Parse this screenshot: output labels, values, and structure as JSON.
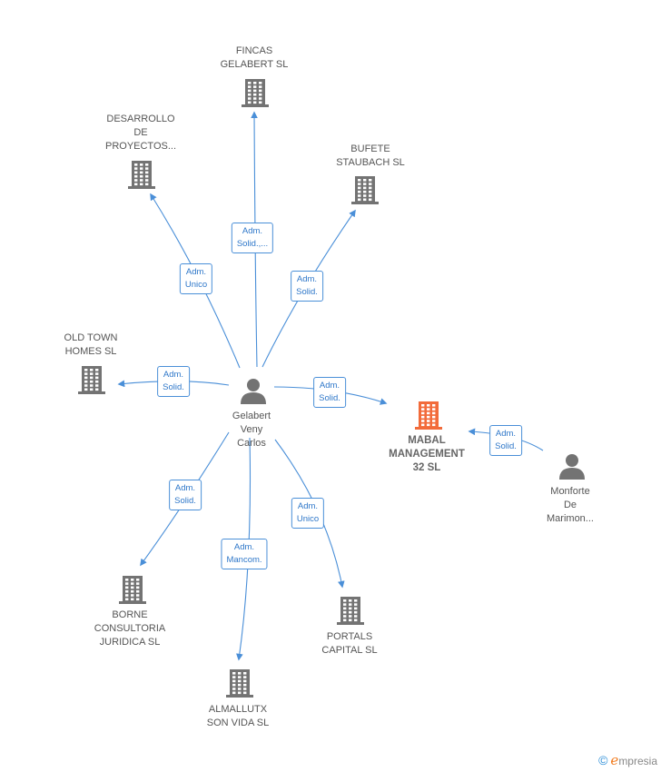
{
  "colors": {
    "edge": "#4a8fd8",
    "building": "#737373",
    "building_focus": "#f26b3a",
    "person": "#737373"
  },
  "nodes": [
    {
      "id": "center",
      "type": "person",
      "label": "Gelabert\nVeny\nCarlos"
    },
    {
      "id": "fincas",
      "type": "company",
      "label": "FINCAS\nGELABERT SL"
    },
    {
      "id": "desarrollo",
      "type": "company",
      "label": "DESARROLLO\nDE\nPROYECTOS..."
    },
    {
      "id": "bufete",
      "type": "company",
      "label": "BUFETE\nSTAUBACH SL"
    },
    {
      "id": "oldtown",
      "type": "company",
      "label": "OLD TOWN\nHOMES  SL"
    },
    {
      "id": "mabal",
      "type": "company",
      "focus": true,
      "label": "MABAL\nMANAGEMENT\n32  SL"
    },
    {
      "id": "monforte",
      "type": "person",
      "label": "Monforte\nDe\nMarimon..."
    },
    {
      "id": "borne",
      "type": "company",
      "label": "BORNE\nCONSULTORIA\nJURIDICA  SL"
    },
    {
      "id": "almallutx",
      "type": "company",
      "label": "ALMALLUTX\nSON VIDA  SL"
    },
    {
      "id": "portals",
      "type": "company",
      "label": "PORTALS\nCAPITAL  SL"
    }
  ],
  "edges": [
    {
      "from": "center",
      "to": "fincas",
      "label": "Adm.\nSolid.,..."
    },
    {
      "from": "center",
      "to": "desarrollo",
      "label": "Adm.\nUnico"
    },
    {
      "from": "center",
      "to": "bufete",
      "label": "Adm.\nSolid."
    },
    {
      "from": "center",
      "to": "oldtown",
      "label": "Adm.\nSolid."
    },
    {
      "from": "center",
      "to": "mabal",
      "label": "Adm.\nSolid."
    },
    {
      "from": "monforte",
      "to": "mabal",
      "label": "Adm.\nSolid."
    },
    {
      "from": "center",
      "to": "borne",
      "label": "Adm.\nSolid."
    },
    {
      "from": "center",
      "to": "almallutx",
      "label": "Adm.\nMancom."
    },
    {
      "from": "center",
      "to": "portals",
      "label": "Adm.\nUnico"
    }
  ],
  "brand": {
    "copyright": "©",
    "initial": "e",
    "name": "mpresia"
  }
}
